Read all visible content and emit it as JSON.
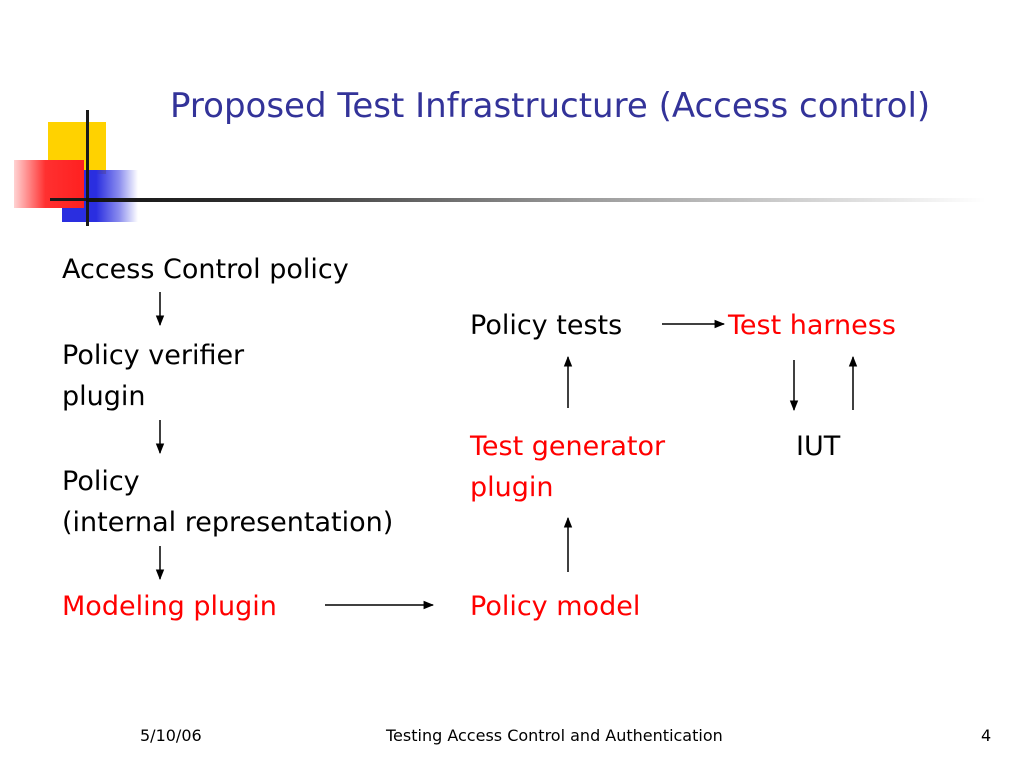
{
  "slide": {
    "title": "Proposed Test Infrastructure (Access control)"
  },
  "diagram": {
    "left_column": {
      "access_control_policy": "Access Control policy",
      "policy_verifier_line1": "Policy verifier",
      "policy_verifier_line2": "plugin",
      "policy_line1": "Policy",
      "policy_line2": "(internal representation)",
      "modeling_plugin": "Modeling plugin"
    },
    "right_column": {
      "policy_tests": "Policy tests",
      "test_harness": "Test harness",
      "test_generator_line1": "Test generator",
      "test_generator_line2": "plugin",
      "iut": "IUT",
      "policy_model": "Policy model"
    },
    "colors": {
      "title": "#333399",
      "highlight": "#ff0000",
      "text": "#000000"
    }
  },
  "footer": {
    "date": "5/10/06",
    "center": "Testing Access Control and Authentication",
    "page": "4"
  }
}
